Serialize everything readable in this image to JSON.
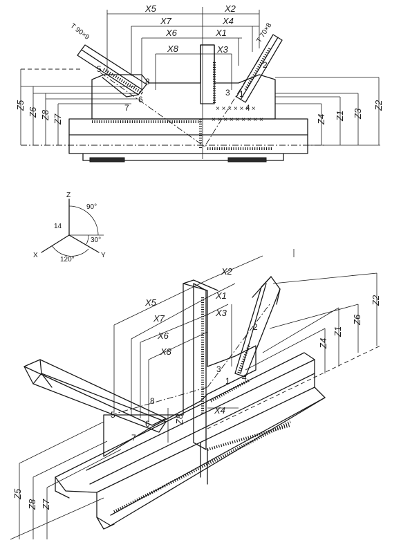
{
  "plan_view": {
    "dims_x": [
      "X5",
      "X2",
      "X7",
      "X4",
      "X6",
      "X1",
      "X8",
      "X3"
    ],
    "dims_z_left": [
      "Z5",
      "Z6",
      "Z8",
      "Z7"
    ],
    "dims_z_right": [
      "Z4",
      "Z1",
      "Z3",
      "Z2"
    ],
    "profile_left": "Т 90×9",
    "profile_right": "Т 70×8",
    "points": [
      "1",
      "2",
      "3",
      "4",
      "5",
      "6",
      "7",
      "8"
    ]
  },
  "axes": {
    "z": "Z",
    "x": "X",
    "y": "Y",
    "angle_top": "90°",
    "angle_mid": "30°",
    "angle_bottom": "120°",
    "fig_no": "14"
  },
  "iso_view": {
    "dims_x": [
      "X2",
      "X5",
      "X1",
      "X7",
      "X3",
      "X6",
      "X8",
      "X4"
    ],
    "dims_z_right": [
      "Z2",
      "Z6",
      "Z1",
      "Z4"
    ],
    "dims_z_mid": [
      "Z8"
    ],
    "dims_z_left": [
      "Z5",
      "Z8",
      "Z7"
    ],
    "points": [
      "1",
      "2",
      "3",
      "4",
      "5",
      "6",
      "7",
      "8"
    ]
  }
}
